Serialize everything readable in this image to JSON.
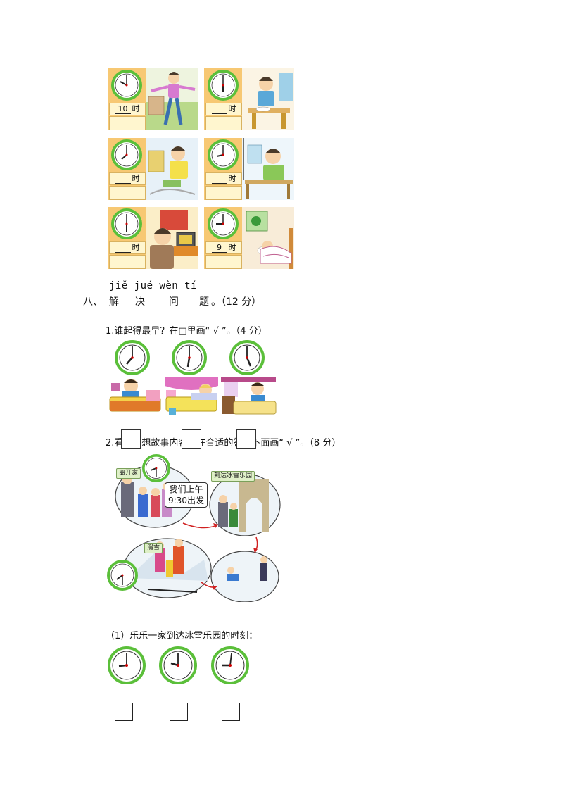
{
  "time_cards": [
    {
      "answer": "10",
      "unit": "时"
    },
    {
      "answer": "",
      "unit": "时"
    },
    {
      "answer": "",
      "unit": "时"
    },
    {
      "answer": "",
      "unit": "时"
    },
    {
      "answer": "",
      "unit": "时"
    },
    {
      "answer": "9",
      "unit": "时"
    }
  ],
  "section8": {
    "pinyin": "jiě jué wèn tí",
    "number": "八、",
    "title_chars": [
      "解",
      "决",
      "问",
      "题"
    ],
    "score": "。（12 分）"
  },
  "question1": {
    "text": "1.谁起得最早？在□里画“ √ ”。（4 分）"
  },
  "question2": {
    "text": "2.看图联想故事内容，在合适的答案下面画“ √ ”。（8 分）",
    "tags": {
      "leave_home": "离开家",
      "arrive_park": "到达冰雪乐园",
      "skiing": "滑雪"
    },
    "speech": [
      "我们上午",
      "9:30出发"
    ]
  },
  "subquestion1": {
    "text": "（1）乐乐一家到达冰雪乐园的时刻："
  },
  "colors": {
    "clock_ring": "#5bbf3a",
    "card_left": "#f7c873",
    "answer_bg": "#fff6cf"
  }
}
